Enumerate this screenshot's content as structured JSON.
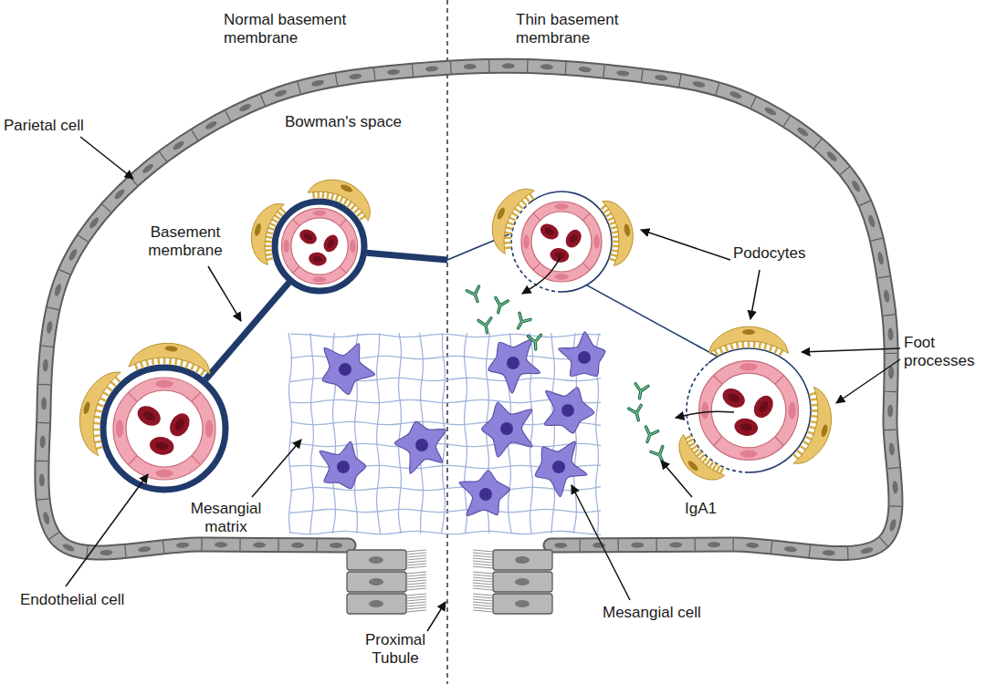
{
  "diagram": {
    "labels": [
      "Normal basement membrane",
      "Thin basement membrane",
      "Parietal cell",
      "Bowman's space",
      "Basement membrane",
      "Podocytes",
      "Foot processes",
      "Mesangial matrix",
      "IgA1",
      "Endothelial cell",
      "Proximal Tubule",
      "Mesangial cell"
    ]
  }
}
